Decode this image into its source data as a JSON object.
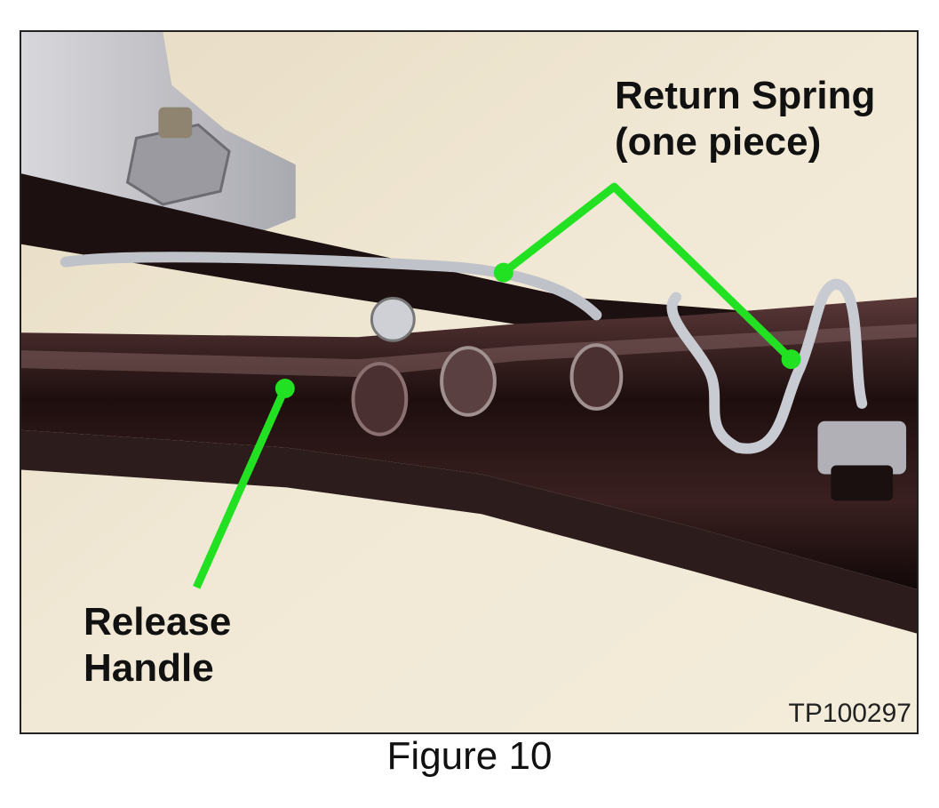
{
  "figure": {
    "caption": "Figure 10",
    "image_code": "TP100297"
  },
  "callouts": {
    "return_spring": {
      "line1": "Return Spring",
      "line2": "(one piece)"
    },
    "release_handle": {
      "line1": "Release",
      "line2": "Handle"
    }
  },
  "colors": {
    "callout_line": "#22e022",
    "background": "#efe6d2",
    "handle_metal": "#2a1616"
  }
}
